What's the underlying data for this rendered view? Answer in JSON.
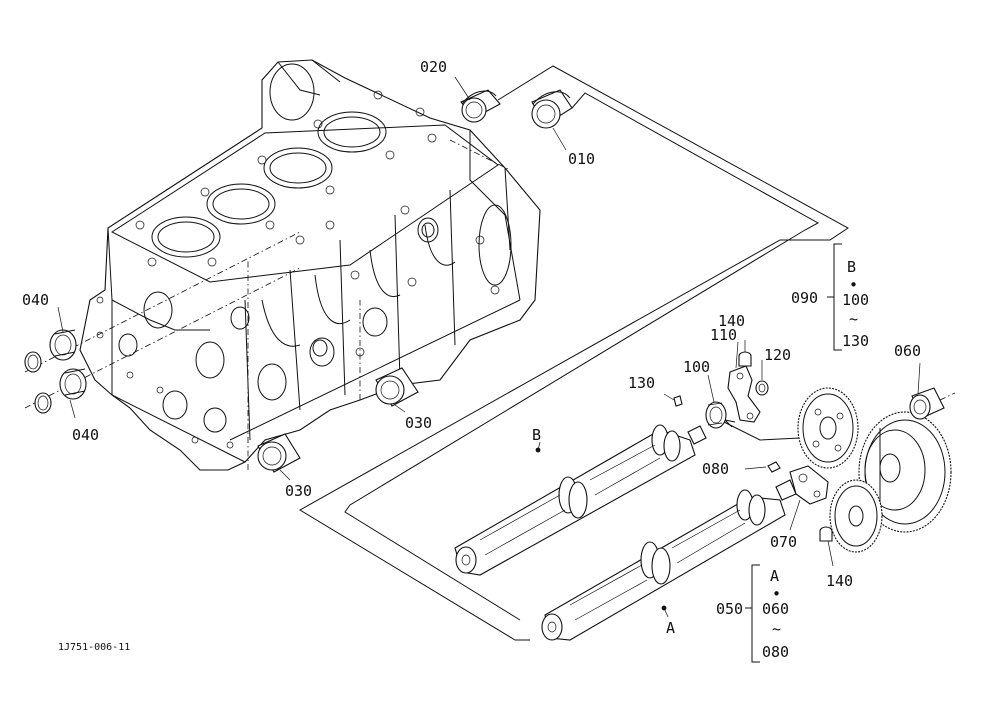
{
  "drawing_id": "1J751-006-11",
  "labels": {
    "p010": "010",
    "p020": "020",
    "p030a": "030",
    "p030b": "030",
    "p040a": "040",
    "p040b": "040",
    "p050": "050",
    "p060": "060",
    "p060b": "060",
    "p070": "070",
    "p080": "080",
    "p080b": "080",
    "p090": "090",
    "p100": "100",
    "p100b": "100",
    "p110": "110",
    "p120": "120",
    "p130": "130",
    "p130b": "130",
    "p140a": "140",
    "p140b": "140",
    "shaftA": "A",
    "shaftB": "B",
    "groupA": "A",
    "groupB": "B",
    "dot": "•",
    "tilde": "~"
  }
}
